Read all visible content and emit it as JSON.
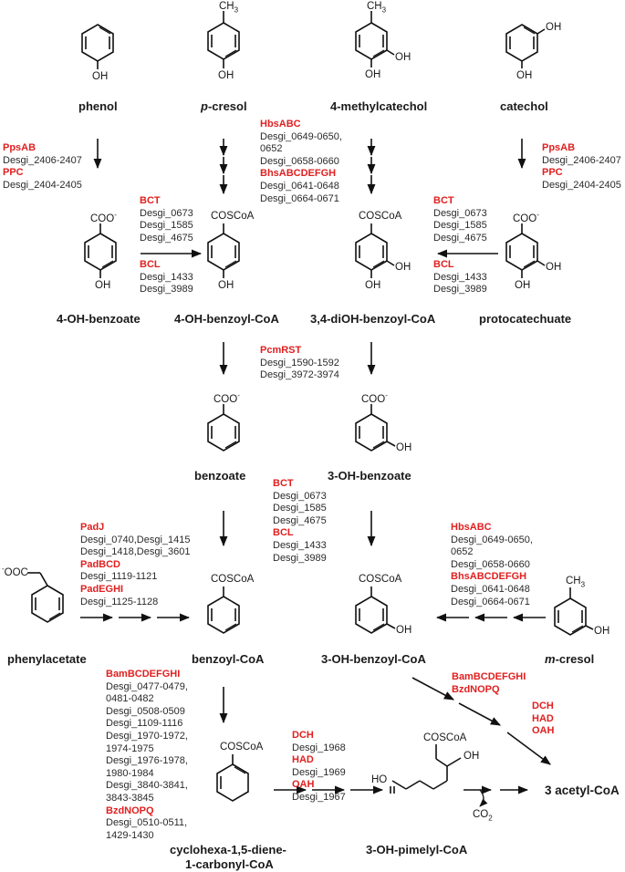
{
  "compounds": {
    "phenol": "phenol",
    "p_cresol_italic": "p",
    "p_cresol_rest": "-cresol",
    "methylcatechol": "4-methylcatechol",
    "catechol": "catechol",
    "oh_benzoate": "4-OH-benzoate",
    "oh_benzoyl_coa": "4-OH-benzoyl-CoA",
    "dioh_benzoyl_coa": "3,4-diOH-benzoyl-CoA",
    "protocatechuate": "protocatechuate",
    "benzoate": "benzoate",
    "oh3_benzoate": "3-OH-benzoate",
    "phenylacetate": "phenylacetate",
    "benzoyl_coa": "benzoyl-CoA",
    "oh3_benzoyl_coa": "3-OH-benzoyl-CoA",
    "m_cresol_italic": "m",
    "m_cresol_rest": "-cresol",
    "diene_line1": "cyclohexa-1,5-diene-",
    "diene_line2": "1-carbonyl-CoA",
    "pimelyl": "3-OH-pimelyl-CoA",
    "acetyl": "3 acetyl-CoA"
  },
  "groups": {
    "ch3": "CH",
    "three": "3",
    "oh": "OH",
    "coo": "COO",
    "minus": "-",
    "coscoa": "COSCoA",
    "cosccoa_small": "COSCoA",
    "ooc": "OOC",
    "ho": "HO",
    "co2": "CO",
    "two": "2"
  },
  "enzymes": {
    "left_top": [
      {
        "type": "enzyme",
        "text": "PpsAB"
      },
      {
        "type": "gene",
        "text": "Desgi_2406-2407"
      },
      {
        "type": "enzyme",
        "text": "PPC"
      },
      {
        "type": "gene",
        "text": "Desgi_2404-2405"
      }
    ],
    "center_top": [
      {
        "type": "enzyme",
        "text": "HbsABC"
      },
      {
        "type": "gene",
        "text": "Desgi_0649-0650,"
      },
      {
        "type": "gene",
        "text": "0652"
      },
      {
        "type": "gene",
        "text": "Desgi_0658-0660"
      },
      {
        "type": "enzyme",
        "text": "BhsABCDEFGH"
      },
      {
        "type": "gene",
        "text": "Desgi_0641-0648"
      },
      {
        "type": "gene",
        "text": "Desgi_0664-0671"
      }
    ],
    "right_top": [
      {
        "type": "enzyme",
        "text": "PpsAB"
      },
      {
        "type": "gene",
        "text": "Desgi_2406-2407"
      },
      {
        "type": "enzyme",
        "text": "PPC"
      },
      {
        "type": "gene",
        "text": "Desgi_2404-2405"
      }
    ],
    "bct_left": [
      {
        "type": "enzyme",
        "text": "BCT"
      },
      {
        "type": "gene",
        "text": "Desgi_0673"
      },
      {
        "type": "gene",
        "text": "Desgi_1585"
      },
      {
        "type": "gene",
        "text": "Desgi_4675"
      }
    ],
    "bcl_left": [
      {
        "type": "enzyme",
        "text": "BCL"
      },
      {
        "type": "gene",
        "text": "Desgi_1433"
      },
      {
        "type": "gene",
        "text": "Desgi_3989"
      }
    ],
    "bct_right": [
      {
        "type": "enzyme",
        "text": "BCT"
      },
      {
        "type": "gene",
        "text": "Desgi_0673"
      },
      {
        "type": "gene",
        "text": "Desgi_1585"
      },
      {
        "type": "gene",
        "text": "Desgi_4675"
      }
    ],
    "bcl_right": [
      {
        "type": "enzyme",
        "text": "BCL"
      },
      {
        "type": "gene",
        "text": "Desgi_1433"
      },
      {
        "type": "gene",
        "text": "Desgi_3989"
      }
    ],
    "pcm": [
      {
        "type": "enzyme",
        "text": "PcmRST"
      },
      {
        "type": "gene",
        "text": "Desgi_1590-1592"
      },
      {
        "type": "gene",
        "text": "Desgi_3972-3974"
      }
    ],
    "bct_mid": [
      {
        "type": "enzyme",
        "text": "BCT"
      },
      {
        "type": "gene",
        "text": "Desgi_0673"
      },
      {
        "type": "gene",
        "text": "Desgi_1585"
      },
      {
        "type": "gene",
        "text": "Desgi_4675"
      },
      {
        "type": "enzyme",
        "text": "BCL"
      },
      {
        "type": "gene",
        "text": "Desgi_1433"
      },
      {
        "type": "gene",
        "text": "Desgi_3989"
      }
    ],
    "pad": [
      {
        "type": "enzyme",
        "text": "PadJ"
      },
      {
        "type": "gene",
        "text": "Desgi_0740,Desgi_1415"
      },
      {
        "type": "gene",
        "text": "Desgi_1418,Desgi_3601"
      },
      {
        "type": "enzyme",
        "text": "PadBCD"
      },
      {
        "type": "gene",
        "text": "Desgi_1119-1121"
      },
      {
        "type": "enzyme",
        "text": "PadEGHI"
      },
      {
        "type": "gene",
        "text": "Desgi_1125-1128"
      }
    ],
    "hbs_right": [
      {
        "type": "enzyme",
        "text": "HbsABC"
      },
      {
        "type": "gene",
        "text": "Desgi_0649-0650,"
      },
      {
        "type": "gene",
        "text": "0652"
      },
      {
        "type": "gene",
        "text": "Desgi_0658-0660"
      },
      {
        "type": "enzyme",
        "text": "BhsABCDEFGH"
      },
      {
        "type": "gene",
        "text": "Desgi_0641-0648"
      },
      {
        "type": "gene",
        "text": "Desgi_0664-0671"
      }
    ],
    "bam": [
      {
        "type": "enzyme",
        "text": "BamBCDEFGHI"
      },
      {
        "type": "gene",
        "text": "Desgi_0477-0479,"
      },
      {
        "type": "gene",
        "text": "0481-0482"
      },
      {
        "type": "gene",
        "text": "Desgi_0508-0509"
      },
      {
        "type": "gene",
        "text": "Desgi_1109-1116"
      },
      {
        "type": "gene",
        "text": "Desgi_1970-1972,"
      },
      {
        "type": "gene",
        "text": "1974-1975"
      },
      {
        "type": "gene",
        "text": "Desgi_1976-1978,"
      },
      {
        "type": "gene",
        "text": "1980-1984"
      },
      {
        "type": "gene",
        "text": "Desgi_3840-3841,"
      },
      {
        "type": "gene",
        "text": "3843-3845"
      },
      {
        "type": "enzyme",
        "text": "BzdNOPQ"
      },
      {
        "type": "gene",
        "text": "Desgi_0510-0511,"
      },
      {
        "type": "gene",
        "text": "1429-1430"
      }
    ],
    "dch": [
      {
        "type": "enzyme",
        "text": "DCH"
      },
      {
        "type": "gene",
        "text": "Desgi_1968"
      },
      {
        "type": "enzyme",
        "text": "HAD"
      },
      {
        "type": "gene",
        "text": "Desgi_1969"
      },
      {
        "type": "enzyme",
        "text": "OAH"
      },
      {
        "type": "gene",
        "text": "Desgi_1967"
      }
    ],
    "bam_right": [
      {
        "type": "enzyme",
        "text": "BamBCDEFGHI"
      },
      {
        "type": "enzyme",
        "text": "BzdNOPQ"
      }
    ],
    "dch_right": [
      {
        "type": "enzyme",
        "text": "DCH"
      },
      {
        "type": "enzyme",
        "text": "HAD"
      },
      {
        "type": "enzyme",
        "text": "OAH"
      }
    ]
  }
}
